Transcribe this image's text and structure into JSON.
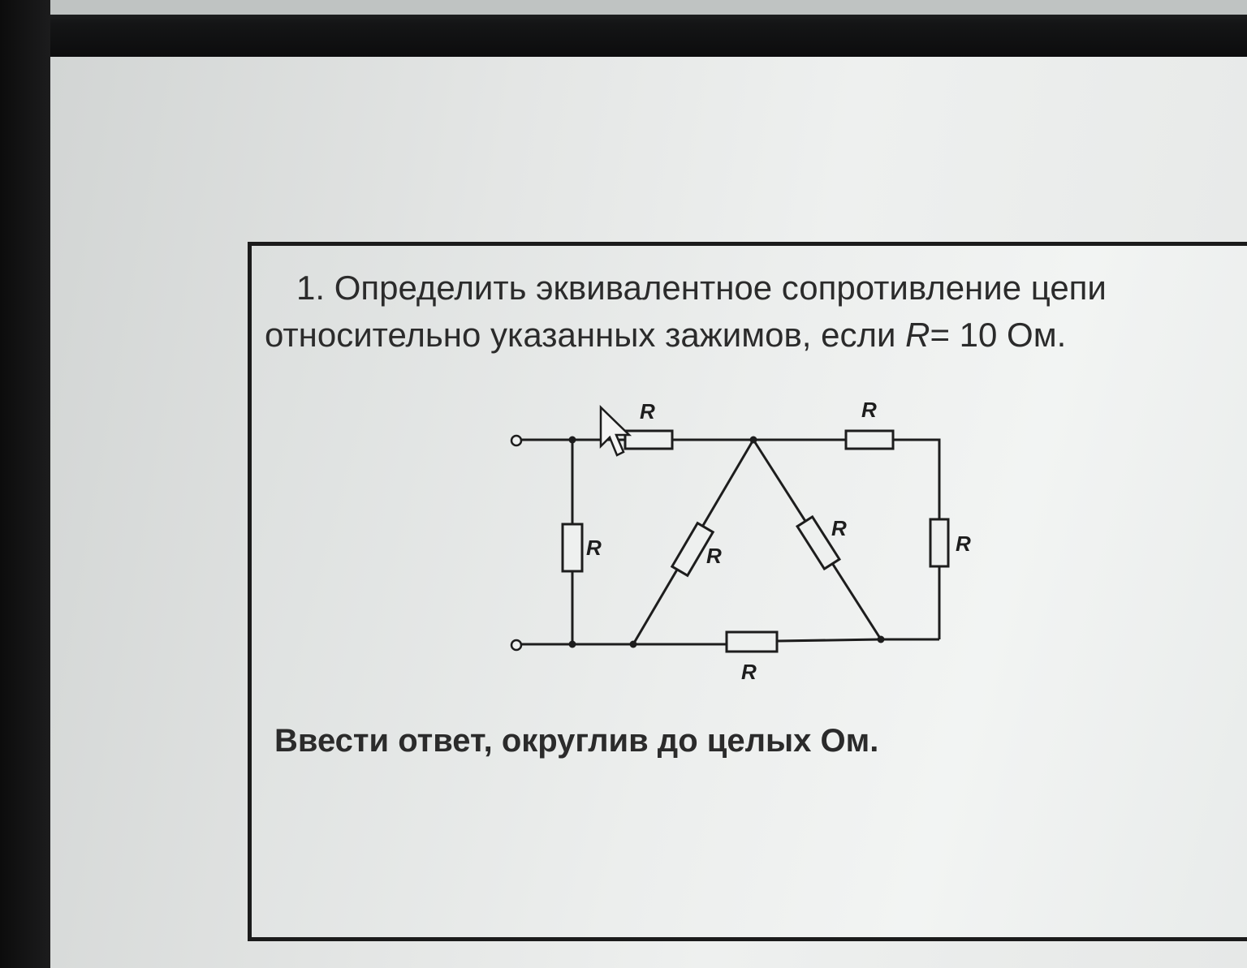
{
  "problem": {
    "line1": "1. Определить эквивалентное сопротивление цепи",
    "line2_before": "относительно указанных зажимов, если ",
    "variable": "R",
    "line2_after": "= 10 Ом."
  },
  "circuit": {
    "resistor_label": "R"
  },
  "answer_hint": "Ввести ответ, округлив до целых Ом."
}
